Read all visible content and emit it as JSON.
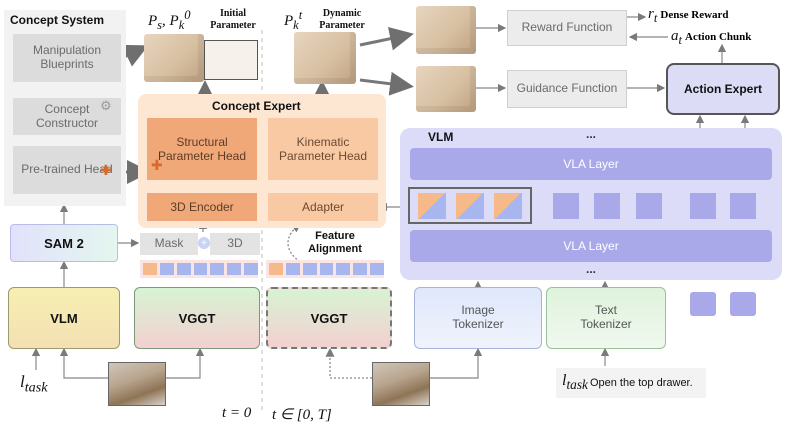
{
  "concept_system": {
    "title": "Concept System",
    "manipulation_blueprints": "Manipulation Blueprints",
    "concept_constructor": "Concept Constructor",
    "pretrained_head": "Pre-trained Head"
  },
  "sam2": "SAM 2",
  "mask": "Mask",
  "three_d": "3D",
  "vlm_left": "VLM",
  "vggt_left": "VGGT",
  "vggt_right": "VGGT",
  "initial_params": {
    "symbol": "P_s, P_k^0",
    "label": "Initial Parameter"
  },
  "dynamic_params": {
    "symbol": "P_k^t",
    "label": "Dynamic Parameter"
  },
  "concept_expert": {
    "title": "Concept Expert",
    "structural_head": "Structural Parameter Head",
    "kinematic_head": "Kinematic Parameter Head",
    "encoder_3d": "3D Encoder",
    "adapter": "Adapter"
  },
  "feature_alignment": "Feature Alignment",
  "reward_function": "Reward Function",
  "guidance_function": "Guidance Function",
  "dense_reward": {
    "symbol": "r_t",
    "label": "Dense Reward"
  },
  "action_chunk": {
    "symbol": "a_t",
    "label": "Action Chunk"
  },
  "action_expert": "Action Expert",
  "vlm_right": {
    "title": "VLM",
    "layer_top": "VLA Layer",
    "layer_bottom": "VLA Layer",
    "dots": "..."
  },
  "image_tokenizer": "Image Tokenizer",
  "text_tokenizer": "Text Tokenizer",
  "l_task": "l_task",
  "task_instruction": "Open the top drawer.",
  "time_zero": "t = 0",
  "time_range": "t ∈ [0, T]",
  "colors": {
    "concept_expert_bg": "#fde6d2",
    "head_orange": "#f0a878",
    "kinematic_peach": "#f8c9a3",
    "vlm_panel": "#dcdcf8",
    "vla_layer": "#a9a9ea",
    "action_expert": "#dcdcf7",
    "token_blue": "#a8b6f0",
    "token_orange": "#f6b98a"
  }
}
